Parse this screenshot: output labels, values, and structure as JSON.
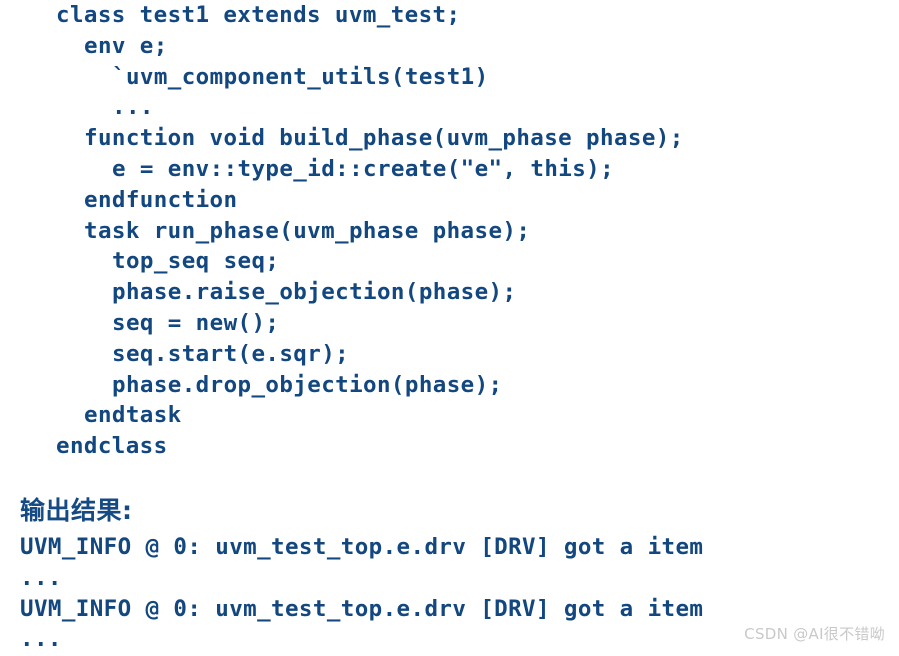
{
  "colors": {
    "background": "#ffffff",
    "code_text": "#13477f",
    "heading_text": "#164a82",
    "watermark_text": "#c9c9c9"
  },
  "code": {
    "language": "systemverilog",
    "lines": [
      {
        "indent": 0,
        "text": "class test1 extends uvm_test;"
      },
      {
        "indent": 1,
        "text": "env e;"
      },
      {
        "indent": 2,
        "text": "`uvm_component_utils(test1)"
      },
      {
        "indent": 2,
        "text": "..."
      },
      {
        "indent": 1,
        "text": "function void build_phase(uvm_phase phase);"
      },
      {
        "indent": 2,
        "text": "e = env::type_id::create(\"e\", this);"
      },
      {
        "indent": 1,
        "text": "endfunction"
      },
      {
        "indent": 1,
        "text": "task run_phase(uvm_phase phase);"
      },
      {
        "indent": 2,
        "text": "top_seq seq;"
      },
      {
        "indent": 2,
        "text": "phase.raise_objection(phase);"
      },
      {
        "indent": 2,
        "text": "seq = new();"
      },
      {
        "indent": 2,
        "text": "seq.start(e.sqr);"
      },
      {
        "indent": 2,
        "text": "phase.drop_objection(phase);"
      },
      {
        "indent": 1,
        "text": "endtask"
      },
      {
        "indent": 0,
        "text": "endclass"
      }
    ]
  },
  "output": {
    "heading": "输出结果:",
    "lines": [
      "UVM_INFO @ 0: uvm_test_top.e.drv [DRV] got a item",
      "...",
      "UVM_INFO @ 0: uvm_test_top.e.drv [DRV] got a item",
      "..."
    ]
  },
  "watermark": {
    "text": "CSDN @AI很不错呦"
  }
}
